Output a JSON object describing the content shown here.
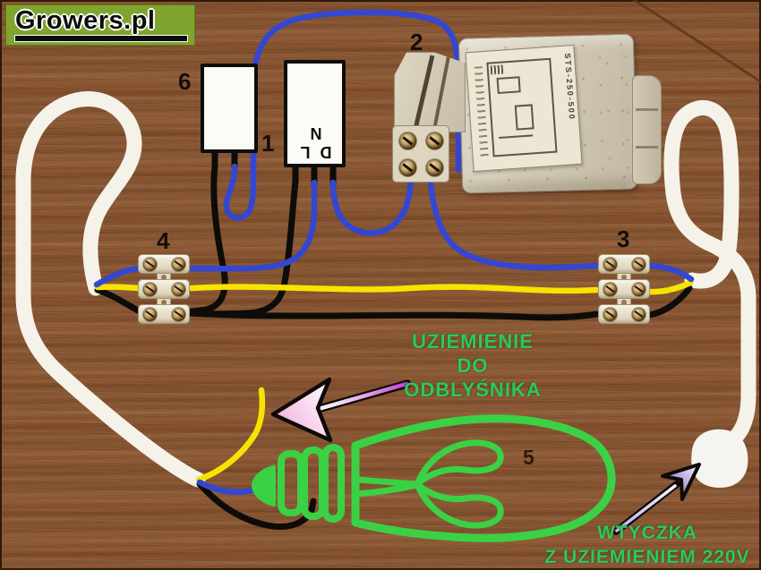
{
  "logo": {
    "text": "Growers.pl"
  },
  "components": {
    "capacitor": {
      "label": "6"
    },
    "igniter": {
      "label": "1",
      "terminals": "D L N"
    },
    "ballast": {
      "label": "2",
      "sticker_code": "STS-250-500"
    },
    "terminal_block_left": {
      "label": "4"
    },
    "terminal_block_right": {
      "label": "3"
    },
    "bulb": {
      "label": "5"
    }
  },
  "annotations": {
    "reflector_ground": {
      "line1": "UZIEMIENIE",
      "line2": "DO",
      "line3": "ODBLYŚNIKA"
    },
    "plug": {
      "line1": "WTYCZKA",
      "line2": "Z UZIEMIENIEM 220V"
    }
  },
  "colors": {
    "wire_blue": "#3347d1",
    "wire_yellow": "#f6e400",
    "wire_black": "#0e0c09",
    "cable_white": "#f5f2ea",
    "bulb_green": "#3bd145",
    "note_green": "#28ca5a",
    "arrow_magenta": "#c93fd4",
    "logo_green": "#7fa52e",
    "wood_brown": "#8a5733"
  }
}
